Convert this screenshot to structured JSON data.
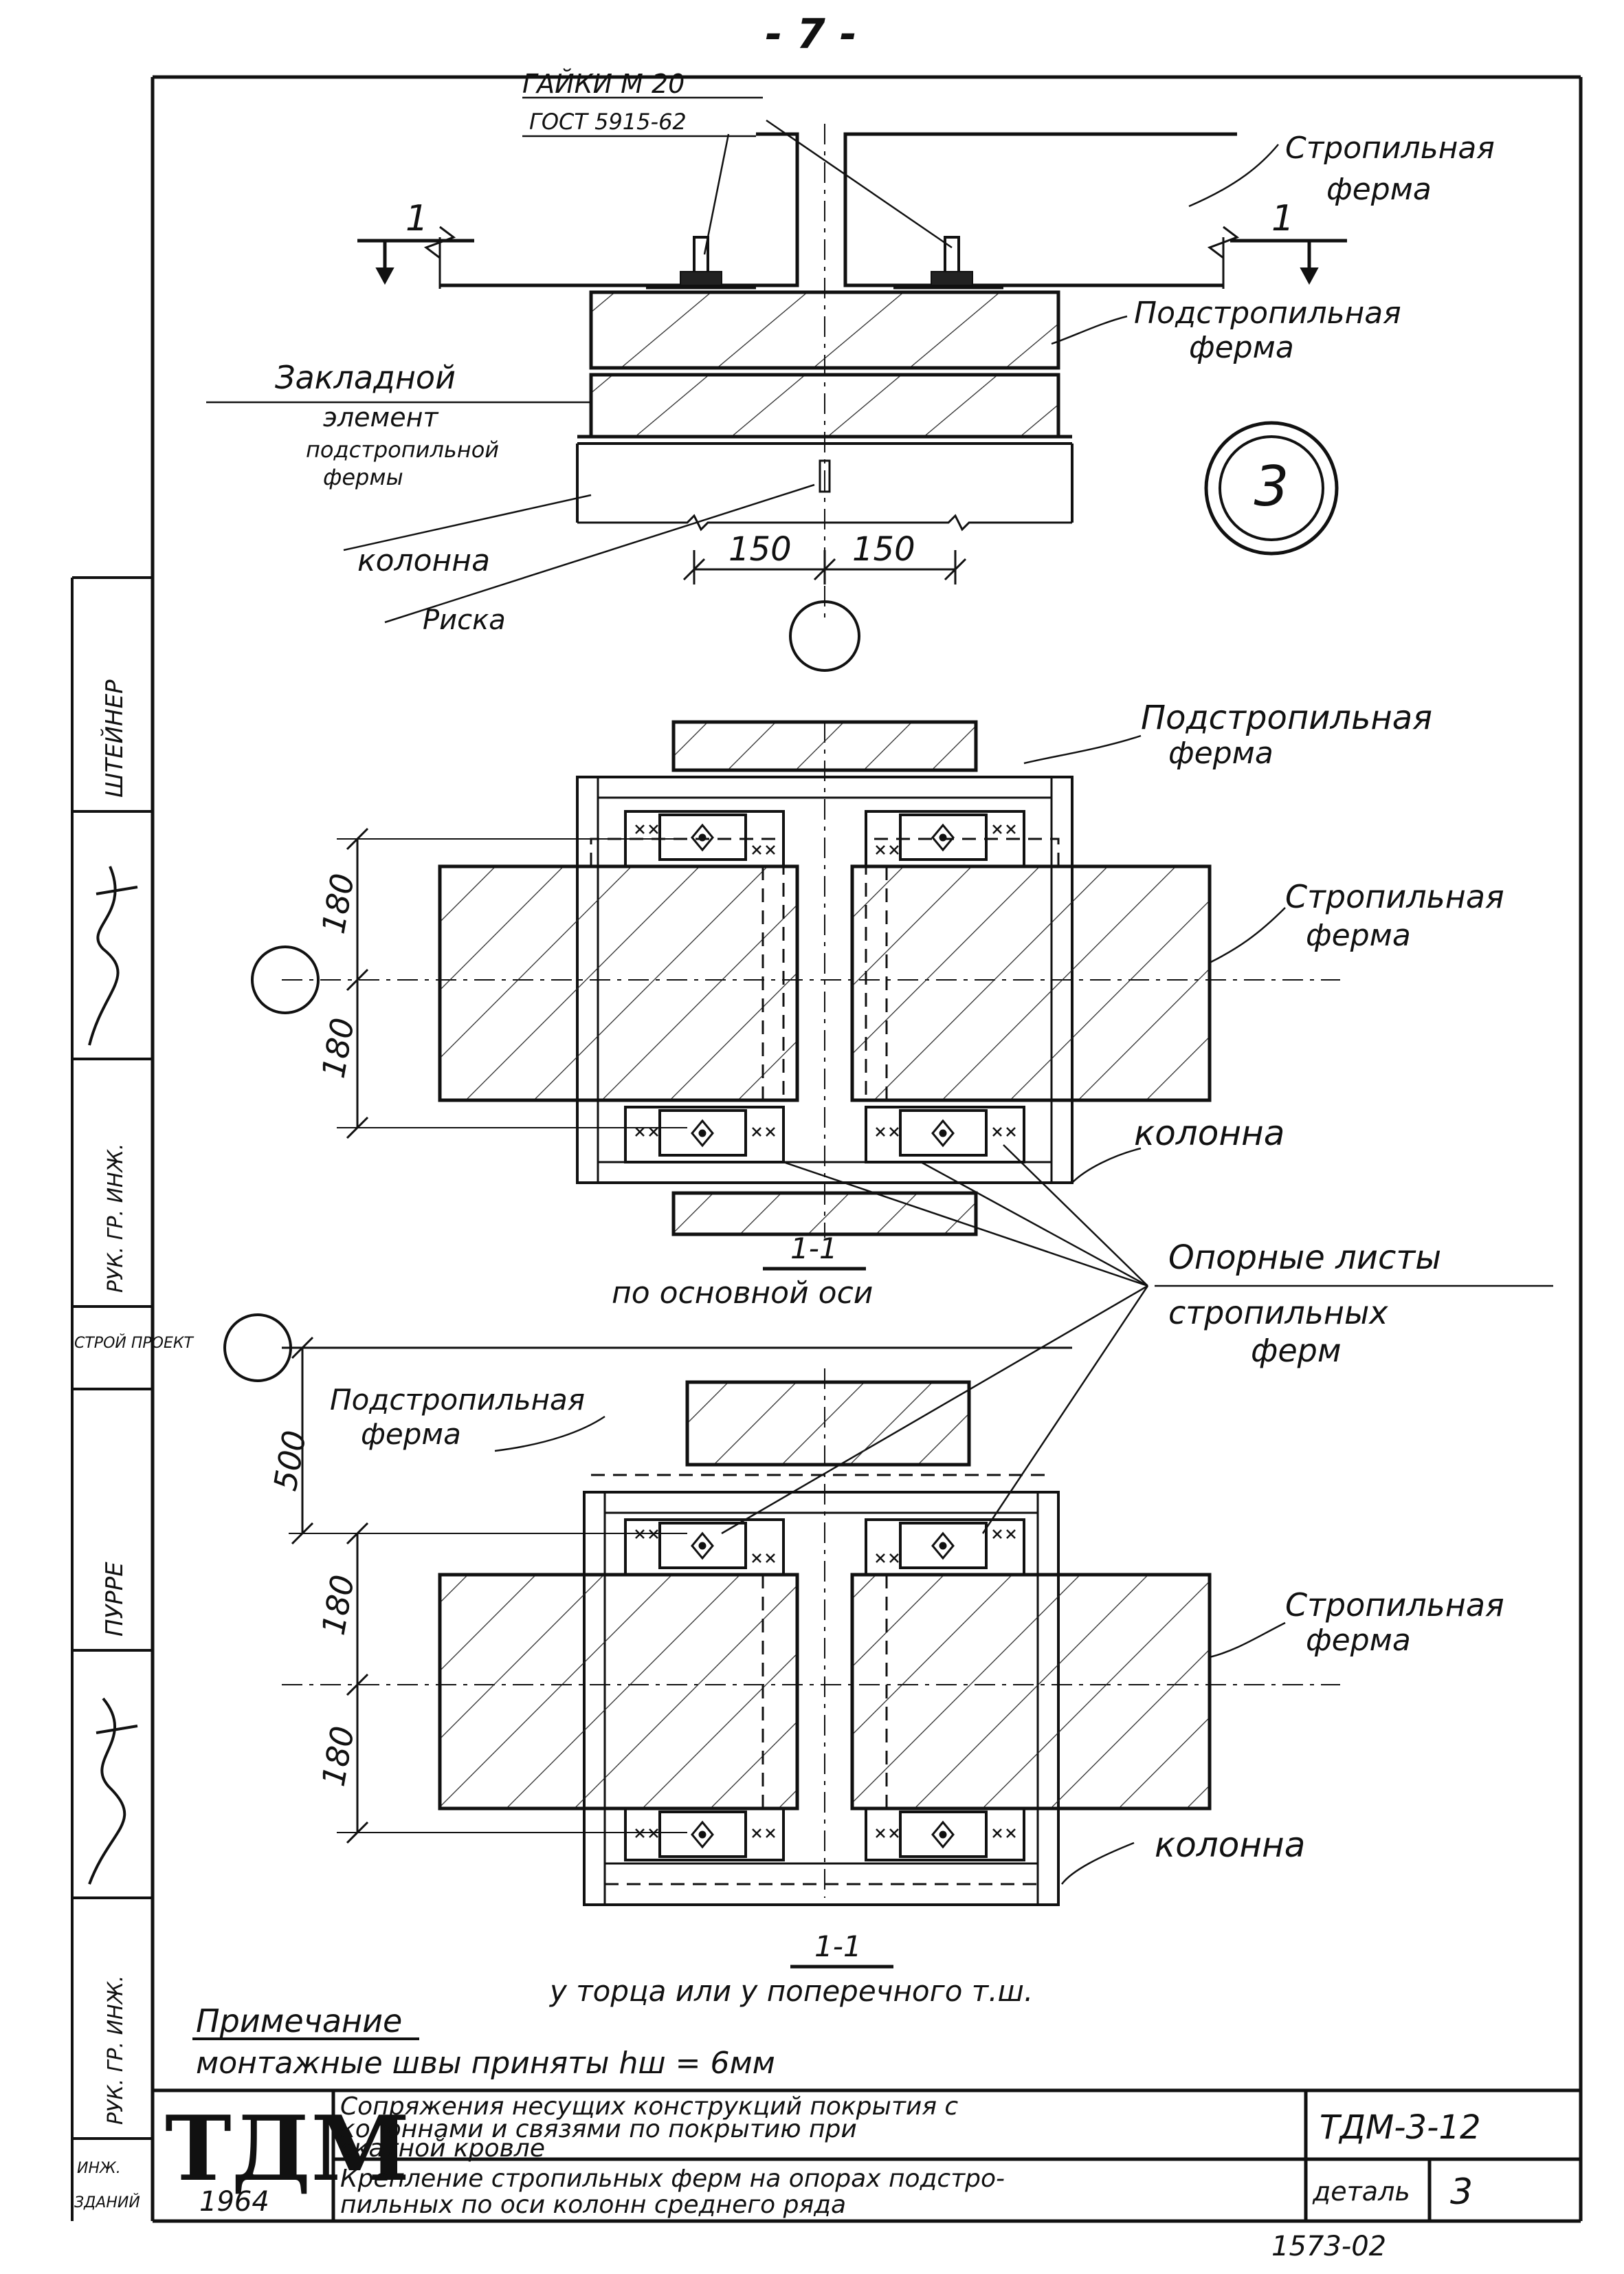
{
  "page_number": "- 7 -",
  "top_view": {
    "nut_label_line1": "ГАЙКИ М 20",
    "nut_label_line2": "ГОСТ 5915-62",
    "rafter_truss_label_line1": "Стропильная",
    "rafter_truss_label_line2": "ферма",
    "sub_truss_label_line1": "Подстропильная",
    "sub_truss_label_line2": "ферма",
    "embedded_line1": "Закладной",
    "embedded_line2": "элемент",
    "embedded_line3": "подстропильной",
    "embedded_line4": "фермы",
    "column_label": "колонна",
    "mark_label": "Риска",
    "section_mark_left": "1",
    "section_mark_right": "1",
    "dim_left": "150",
    "dim_right": "150",
    "detail_number": "3"
  },
  "plan_main": {
    "sub_truss_line1": "Подстропильная",
    "sub_truss_line2": "ферма",
    "rafter_line1": "Стропильная",
    "rafter_line2": "ферма",
    "dim_top": "180",
    "dim_bottom": "180",
    "column_label": "колонна",
    "section_label": "1-1",
    "caption": "по основной оси"
  },
  "support_sheets": {
    "line1": "Опорные листы",
    "line2": "стропильных",
    "line3": "ферм"
  },
  "plan_end": {
    "sub_truss_line1": "Подстропильная",
    "sub_truss_line2": "ферма",
    "rafter_line1": "Стропильная",
    "rafter_line2": "ферма",
    "dim_500": "500",
    "dim_top": "180",
    "dim_bottom": "180",
    "column_label": "колонна",
    "section_label": "1-1",
    "caption": "у торца или у поперечного т.ш."
  },
  "note": {
    "title": "Примечание",
    "text": "монтажные швы приняты hш = 6мм"
  },
  "side_stamp": {
    "row1": "ШТЕЙНЕР",
    "row2": "РУК. ГР. ИНЖ.",
    "row3": "СТРОЙ ПРОЕКТ",
    "row4": "ПУРРЕ",
    "row5": "РУК. ГР. ИНЖ.",
    "row6": "ИНЖ.",
    "row7": "ЗДАНИЙ"
  },
  "title_block": {
    "logo": "ТДМ",
    "year": "1964",
    "title_line1": "Сопряжения несущих конструкций покрытия с",
    "title_line2": "колоннами и связями по покрытию при",
    "title_line3": "скатной кровле",
    "subtitle_line1": "Крепление стропильных ферм на опорах подстро-",
    "subtitle_line2": "пильных по оси колонн среднего ряда",
    "code": "ТДМ-3-12",
    "detail_label": "деталь",
    "detail_value": "3",
    "sheet_ref": "1573-02"
  }
}
